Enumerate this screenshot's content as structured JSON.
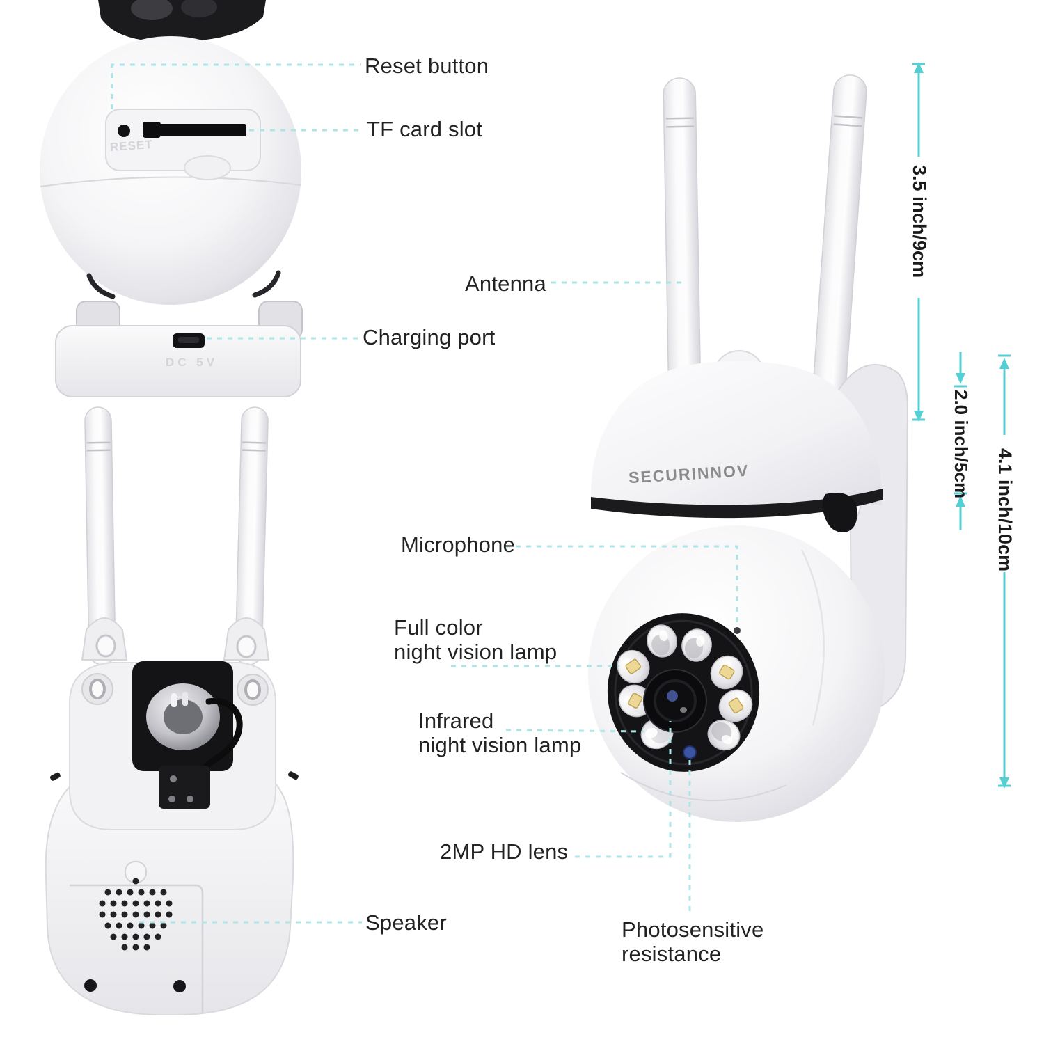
{
  "brand": "SECURINNOV",
  "labels": {
    "reset_button": "Reset button",
    "tf_card_slot": "TF card slot",
    "charging_port": "Charging port",
    "antenna": "Antenna",
    "microphone": "Microphone",
    "full_color": {
      "line1": "Full color",
      "line2": "night vision lamp"
    },
    "infrared": {
      "line1": "Infrared",
      "line2": "night vision lamp"
    },
    "lens": "2MP HD lens",
    "photosensitive": {
      "line1": "Photosensitive",
      "line2": "resistance"
    },
    "speaker": "Speaker"
  },
  "embossed": {
    "reset_label": "RESET",
    "power_label": "DC 5V"
  },
  "dimensions": {
    "antenna_height": "3.5 inch/9cm",
    "head_height": "2.0 inch/5cm",
    "body_height": "4.1 inch/10cm"
  },
  "colors": {
    "callout_dash": "#ace5e6",
    "dimension_line": "#54cfd4",
    "label_text": "#222222",
    "brand_text": "#8b8b8b",
    "embossed_text": "#d3d3d8"
  }
}
